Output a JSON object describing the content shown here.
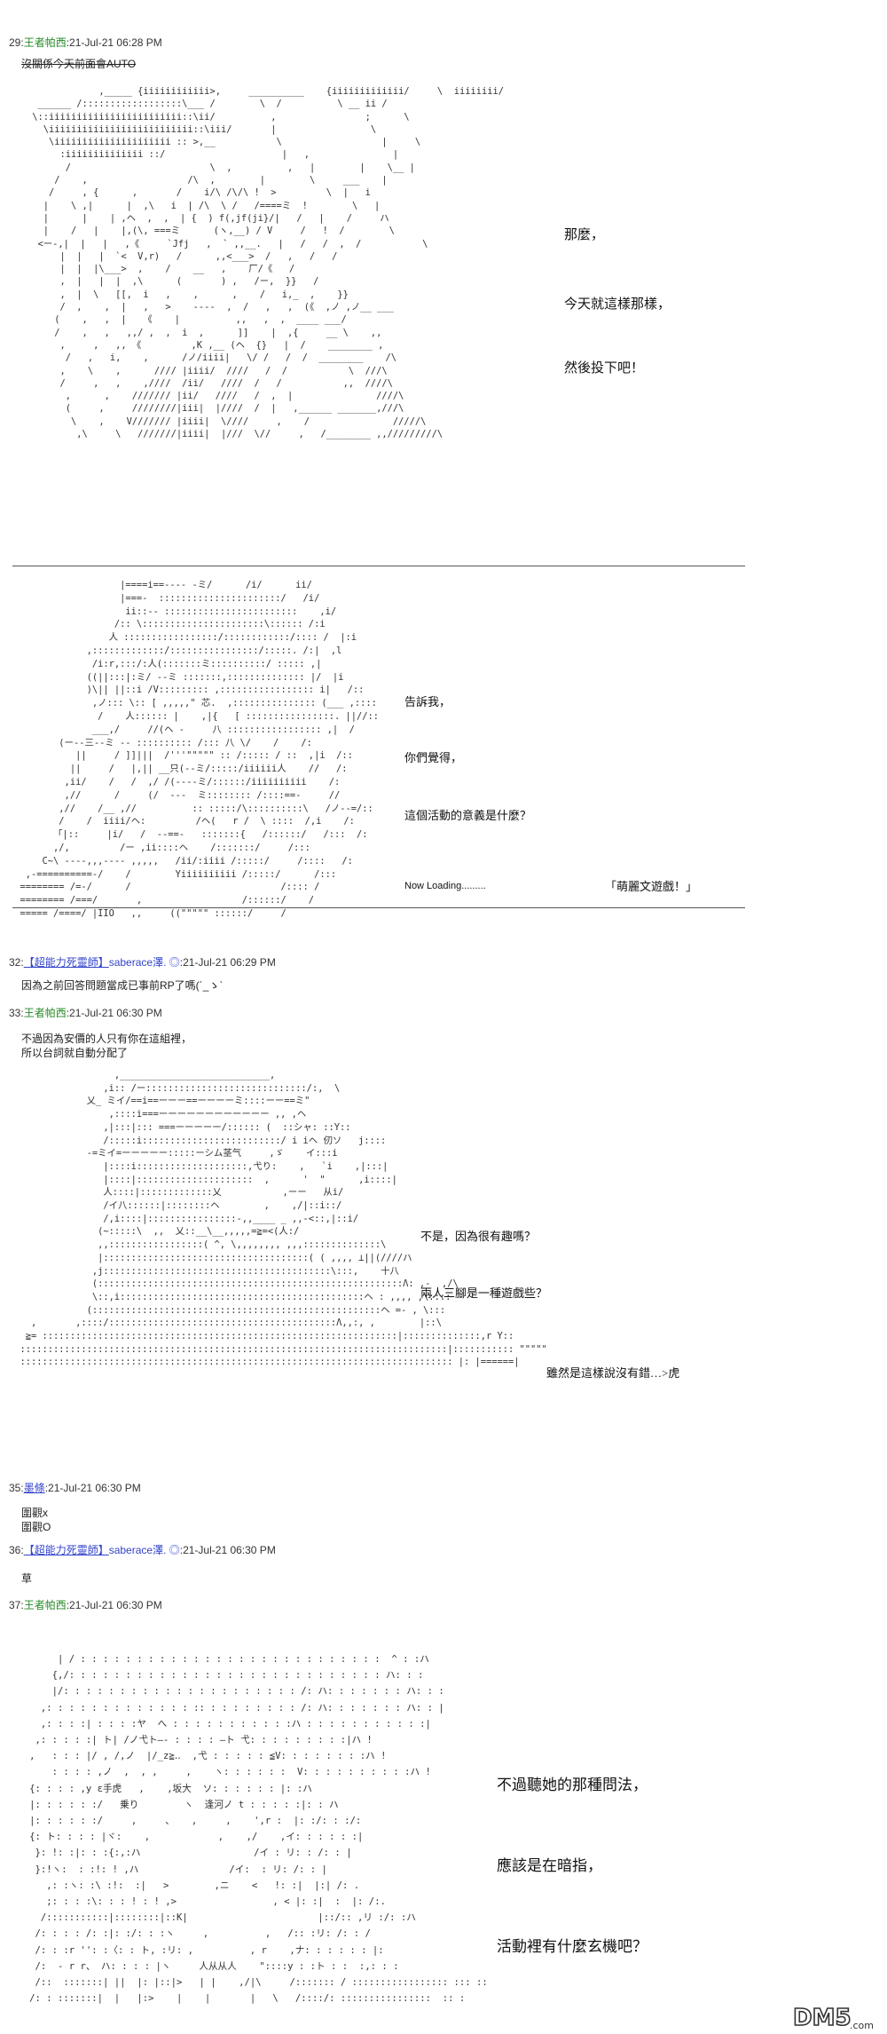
{
  "posts": [
    {
      "num": "29:",
      "name": "王者帕西",
      "date": ":21-Jul-21 06:28 PM"
    },
    {
      "num": "32:",
      "name": "【超能力死靈師】",
      "trip": "saberace澤. ◎",
      "date": ":21-Jul-21 06:29 PM"
    },
    {
      "num": "33:",
      "name": "王者帕西",
      "date": ":21-Jul-21 06:30 PM"
    },
    {
      "num": "35:",
      "name": "墨條",
      "date": ":21-Jul-21 06:30 PM"
    },
    {
      "num": "36:",
      "name": "【超能力死靈師】",
      "trip": "saberace澤. ◎",
      "date": ":21-Jul-21 06:30 PM"
    },
    {
      "num": "37:",
      "name": "王者帕西",
      "date": ":21-Jul-21 06:30 PM"
    }
  ],
  "bodies": {
    "p29_note": "沒關係今天前面會AUTO",
    "p32": "因為之前回答問題當成已事前RP了嗎(´_ゝ`",
    "p33_line1": "不過因為安價的人只有你在這組裡，",
    "p33_line2": "所以台詞就自動分配了",
    "p35_line1": "圍觀x",
    "p35_line2": "圍觀O",
    "p36": "草"
  },
  "dialogs": {
    "d1": "那麼，",
    "d2": "今天就這樣那樣，",
    "d3": "然後投下吧！",
    "d4": "告訴我，",
    "d5": "你們覺得，",
    "d6": "這個活動的意義是什麼？",
    "d7": "Now Loading.........",
    "d8": "「萌麗文遊戲！」",
    "d9": "不是，因為很有趣嗎？",
    "d10": "兩人三腳是一種遊戲些？",
    "d11": "雖然是這樣說沒有錯…>虎",
    "d12": "不過聽她的那種問法，",
    "d13": "應該是在暗指，",
    "d14": "活動裡有什麼玄機吧？"
  },
  "aa": {
    "aa1": "             ,_____ {iiiiiiiiiiii>,     __________    {iiiiiiiiiiiii/     \\  iiiiiiii/\n  ______ /::::::::::::::::::\\___ /        \\  /          \\ __ ii /\n \\::iiiiiiiiiiiiiiiiiiiiiiii::\\ii/          ,                ;      \\\n   \\iiiiiiiiiiiiiiiiiiiiiiiiii::\\iii/       |                 \\\n    \\iiiiiiiiiiiiiiiiiiiii :: >,__           \\                  |     \\\n      :iiiiiiiiiiiiii ::/                     |   ,               |\n       /                         \\  ,          ,   |        |    \\__ |\n     /    ,                  /\\  ,        |        \\     ___    |\n    /     , {      ,       /    i/\\ /\\/\\ !  >         \\  |   i\n   |    \\ ,|      |  ,\\   i  | /\\  \\ /   /====ミ  !        \\   |\n   |      |    | ,ヘ  ,  ,  | {  ) f(,jf(ji}/|   /   |    /     ハ\n   |    /   |    |,(\\, ===ミ      (ヽ,__) / V     /   !  /        \\\n  <ー-,|  |   |   ,《     `Jfj   ,  ` ,,__.   |   /   /  ,  /           \\\n      |  |   |  `<  V,r)   /      ,,<___>  /   ,   /   /\n      |  |  |\\___>  ,    /    __   ,    厂/《   /\n      ,  |   |  |  ,\\      (       ) ,   /ー,  }}   /\n      ,  |  \\   [[,  i   ,    ,      ,    /   i,_  ,    }}\n      /  ,    ,  |   ,   >    ----  ,  /   ,   ,  (《  ,ノ ,ノ__ ___\n     (    ,   ,  |   《    |          ,,   ,  ,  ____ ___/\n     /    ,   ,   ,,/ ,  ,  i  ,      ]]    |  ,{     __ \\    ,,\n      ,     ,   ,, 《         ,K ,__ (ヘ  {}   |  /    ________ ,\n       /   ,   i,    ,      /ノ/iiii|   \\/ /   /  /  ________    /\\\n      ,    \\    ,      //// |iiii/  ////   /  /           \\  ///\\\n      /     ,   ,    ,////  /ii/   ////  /   /           ,,  ////\\\n       ,      ,    /////// |ii/   ////   /  ,  |               ////\\\n       (     ,     ////////|iii|  |////  /  |   ,______ _______,///\\\n        \\    ,    V/////// |iiii|  \\////     ,    /               /////\\\n         ,\\     \\   ///////|iiii|  |///  \\//     ,   /________ ,,/////////\\",
    "aa2": "                    |====i==---- -ミ/      /i/      ii/\n                    |===-  ::::::::::::::::::::::/   /i/\n                     ii::-- ::::::::::::::::::::::::    ,i/\n                   /:: \\::::::::::::::::::::::\\:::::: /:i\n                  人 :::::::::::::::::/::::::::::::/:::: /  |:i\n              ,:::::::::::::/::::::::::::::::/:::::. /:|  ,l\n               /i:r,:::/:人(:::::::ミ::::::::::/ ::::: ,|\n              ((||:::|:ミ/ --ミ :::::::,:::::::::::::: |/  |i\n              )\\|| ||::i /V::::::::: ,::::::::::::::::: i|   /::\n               ,ノ::: \\:: [ ,,,,,\" 芯.  ,::::::::::::::: (___ ,::::\n                /    人:::::: |    ,|{   [ ::::::::::::::::. ||//::\n               ___,/     //(ヘ -     八 ::::::::::::::::: ,|  /\n         (ー--三--ミ -- :::::::::: /::: 八 \\/    /    /:\n            ||     / ]]|||  /'''\"\"\"\"\" :: /::::: / ::  ,|i  /::\n           ||     /   |,|| __只(--ミ/:::::/iiiiii人    //   /:\n          ,ii/    /   /  ,/ /(----ミ/::::::/iiiiiiiiii    /:\n          ,//      /     (/  ---  ミ:::::::: /::::==-     // \n         ,//    /__ ,//          :: :::::/\\::::::::::\\   /ノ--=/::\n         /    /  iiii/ヘ:         /ヘ(   r /  \\ ::::  /,i    /:\n        「|::     |i/   /  --==-   :::::::{   /::::::/   /:::  /:\n        ,/,         /ー ,ii::::ヘ    /:::::::/     /:::\n      C~\\ ----,,,---- ,,,,,   /ii/:iiii /:::::/     /::::   /:\n   ,-==========-/    /        Yiiiiiiiiii /:::::/      /::: \n  ======== /=-/      /                           /:::: /\n  ======== /===/       ,                  /::::::/    /\n  ===== /====/ |IIO   ,,     ((\"\"\"\"\" ::::::/     /",
    "aa3": "                   ,___________________________,\n                 ,i:: /ー:::::::::::::::::::::::::::::/:,  \\\n              乂_ ミイ/==i==ーーー==ーーーーミ::::ーー==ミ\"\n                  ,::::i===ーーーーーーーーーーーー ,, ,ヘ\n                 ,|:::|::: ===ーーーーー/:::::: (  ::シャ: ::Y::\n                 /:::::i:::::::::::::::::::::::::/ i iヘ 仞ソ   j::::\n              -=ミイ=ーーーーー:::::ーシム茎气     ,ゞ    イ:::i\n                 |::::i::::::::::::::::::::,弋り:    ,   `i    ,|:::|\n                 |::::|:::::::::::::::::::::  ,      '  \"      ,i::::|\n                 人::::|:::::::::::::乂           ,ーー   从i/\n                 /イ八::::::|::::::::ヘ        ,    ,/|::i::/\n                 /,i::::|::::::::::::::::-,,____ _ ,,-<::,|::i/\n                (~:::::\\  ,,  乂::__\\__,,,,,=≧=<(人:/\n                ,,:::::::::::::::::( ^, \\,,,,,,,, ,,,::::::::::::::\\\n                |:::::::::::::::::::::::::::::::::::::( ( ,,,, ⊥||(////ハ\n               ,j:::::::::::::::::::::::::::::::::::::::::\\:::,    十八\n               (:::::::::::::::::::::::::::::::::::::::::::::::::::::::Λ: ,-  ,/\\\n               \\::,i::::::::::::::::::::::::::::::::::::::::::::ヘ : ,,,, ,\\::::\n              (::::::::::::::::::::::::::::::::::::::::::::::::::::ヘ =- , \\:::\n    ,       ,::::/:::::::::::::::::::::::::::::::::::::::::Λ,,:, ,        |::\\\n   ≧= ::::::::::::::::::::::::::::::::::::::::::::::::::::::::::::::::|::::::::::::::,r Y::\n  :::::::::::::::::::::::::::::::::::::::::::::::::::::::::::::::::::::::::::::|::::::::::: \"\"\"\"\"\n  :::::::::::::::::::::::::::::::::::::::::::::::::::::::::::::::::::::::::::::: |: |======|",
    "aa4": "        | / : : : : : : : : : : : : : : : : : : : : : : : : : : :  ^ : :ハ\n       {,/: : : : : : : : : : : : : : : : : : : : : : : : : : : : ハ: : :\n       |/: : : : : : : : : : : : : : : : : : : : : /: ハ: : : : : : : ハ: : :\n     ,: : : : : : : : : : : : : :: : : : : : : : : /: ハ: : : : : : : ハ: : |\n     ,: : : :| : : : :ヤ  へ : : : : : : : : : : :ハ : : : : : : : : : : :|\n    ,: : : : :| ト| /ノ弋ト―- : : : : ―ト 弋: : : : : : : : :|ハ !\n   ,   : : : |/ , /,ノ  |/_z≧‥  ,弋 : : : : : ≦V: : : : : : : :ハ !\n       : : : : ,ノ  ,  , ,     ,    ヽ: : : : : :  V: : : : : : : : : :ハ !\n   {: : : : ,y ε手虎   ,    ,坂大  ソ: : : : : : |: :ハ\n   |: : : : : :/   乗り        ヽ  逢河ノ t : : : : :|: : ハ\n   |: : : : : :/     ,     、   ,     ,    ',r :  |: :/: : :/:\n   {: ト: : : : |ヾ:    ,            ,    ,/    ,イ: : : : : :|\n    }: !: :|: : :{:,:ハ                    /イ : リ: : /: : |\n    }:!ヽ:  : :!: ! ,ハ                /イ:  : リ: /: : |\n      ,: :ヽ: :\\ :!:  :|   >        ,ニ    <   !: :|  |:| /: .\n      ;: : : :\\: : : ! : ! ,>                 , < |: :|  :  |: /:.\n     /:::::::::::|::::::::|::K|                       |::/:: ,リ :/: :ハ\n    /: : : : /: :|: :/: : :ヽ     ,          ,   /:: :リ: /: : /\n    /: : :r '': :〈: : ト, :リ: ,          , r    ,ナ: : : : : : |:\n    /:  - r r、 ハ: : : : |ヽ     人从从人    \"::::y : :ト : :  :,: : :\n    /::  :::::::| ||  |: |::|>   | |    ,/|\\     /::::::: / ::::::::::::::::: ::: ::\n   /: : :::::::|  |   |:>    |    |       |   \\   /::::/: ::::::::::::::::  :: :"
  },
  "watermark": {
    "logo": "DM5",
    "sub": ".com"
  }
}
